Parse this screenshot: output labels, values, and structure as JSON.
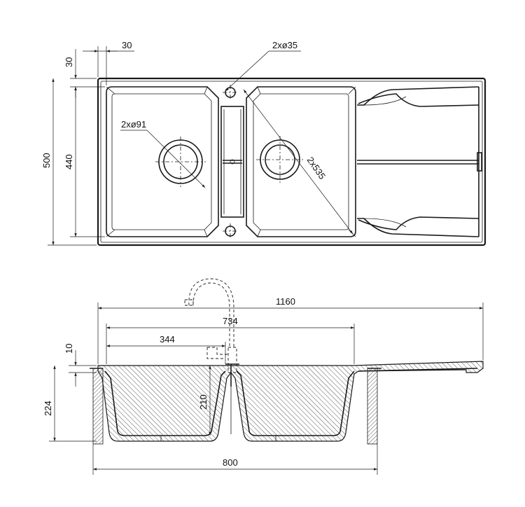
{
  "top_view": {
    "dim_flange_w": "30",
    "dim_flange_h": "30",
    "dim_holes": "2xø35",
    "dim_drain": "2xø91",
    "dim_diag": "2x535",
    "dim_outer_h": "500",
    "dim_inner_h": "440"
  },
  "side_view": {
    "dim_total_w": "1160",
    "dim_bowls_w": "734",
    "dim_bowl_w": "344",
    "dim_rim": "10",
    "dim_total_h": "224",
    "dim_bowl_depth": "210",
    "dim_cabinet": "800"
  }
}
